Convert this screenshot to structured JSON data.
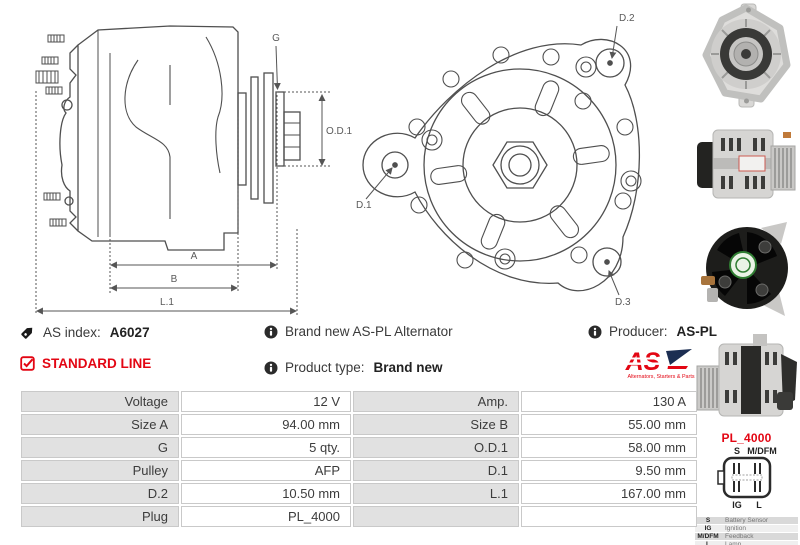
{
  "colors": {
    "accent_red": "#e30613",
    "logo_navy": "#1c2e52",
    "table_label_bg": "#e1e1e1",
    "drawing_line": "#4f4f4f"
  },
  "icons": {
    "as_index": "tag-icon",
    "standard_line": "checkbox-checked-icon",
    "info": "info-icon"
  },
  "drawings": {
    "side_view": {
      "labels": {
        "g": "G",
        "od1": "O.D.1",
        "a": "A",
        "b": "B",
        "l1": "L.1"
      }
    },
    "front_view": {
      "labels": {
        "d1": "D.1",
        "d2": "D.2",
        "d3": "D.3"
      }
    }
  },
  "info": {
    "as_index_label": "AS index:",
    "as_index_value": "A6027",
    "standard_line": "STANDARD LINE",
    "description": "Brand new AS-PL Alternator",
    "product_type_label": "Product type:",
    "product_type_value": "Brand new",
    "producer_label": "Producer:",
    "producer_value": "AS-PL",
    "logo_text": "AS",
    "logo_tagline": "Alternators, Starters & Parts"
  },
  "spec_table": {
    "rows": [
      {
        "label1": "Voltage",
        "value1": "12 V",
        "label2": "Amp.",
        "value2": "130 A"
      },
      {
        "label1": "Size A",
        "value1": "94.00 mm",
        "label2": "Size B",
        "value2": "55.00 mm"
      },
      {
        "label1": "G",
        "value1": "5 qty.",
        "label2": "O.D.1",
        "value2": "58.00 mm"
      },
      {
        "label1": "Pulley",
        "value1": "AFP",
        "label2": "D.1",
        "value2": "9.50 mm"
      },
      {
        "label1": "D.2",
        "value1": "10.50 mm",
        "label2": "L.1",
        "value2": "167.00 mm"
      },
      {
        "label1": "Plug",
        "value1": "PL_4000",
        "label2": "",
        "value2": ""
      }
    ]
  },
  "plug": {
    "title": "PL_4000",
    "pins_top": [
      "S",
      "M/DFM"
    ],
    "pins_bottom": [
      "IG",
      "L"
    ],
    "legend": [
      {
        "pin": "S",
        "desc": "Battery Sensor"
      },
      {
        "pin": "IG",
        "desc": "Ignition"
      },
      {
        "pin": "M/DFM",
        "desc": "Feedback"
      },
      {
        "pin": "L",
        "desc": "Lamp"
      }
    ]
  }
}
